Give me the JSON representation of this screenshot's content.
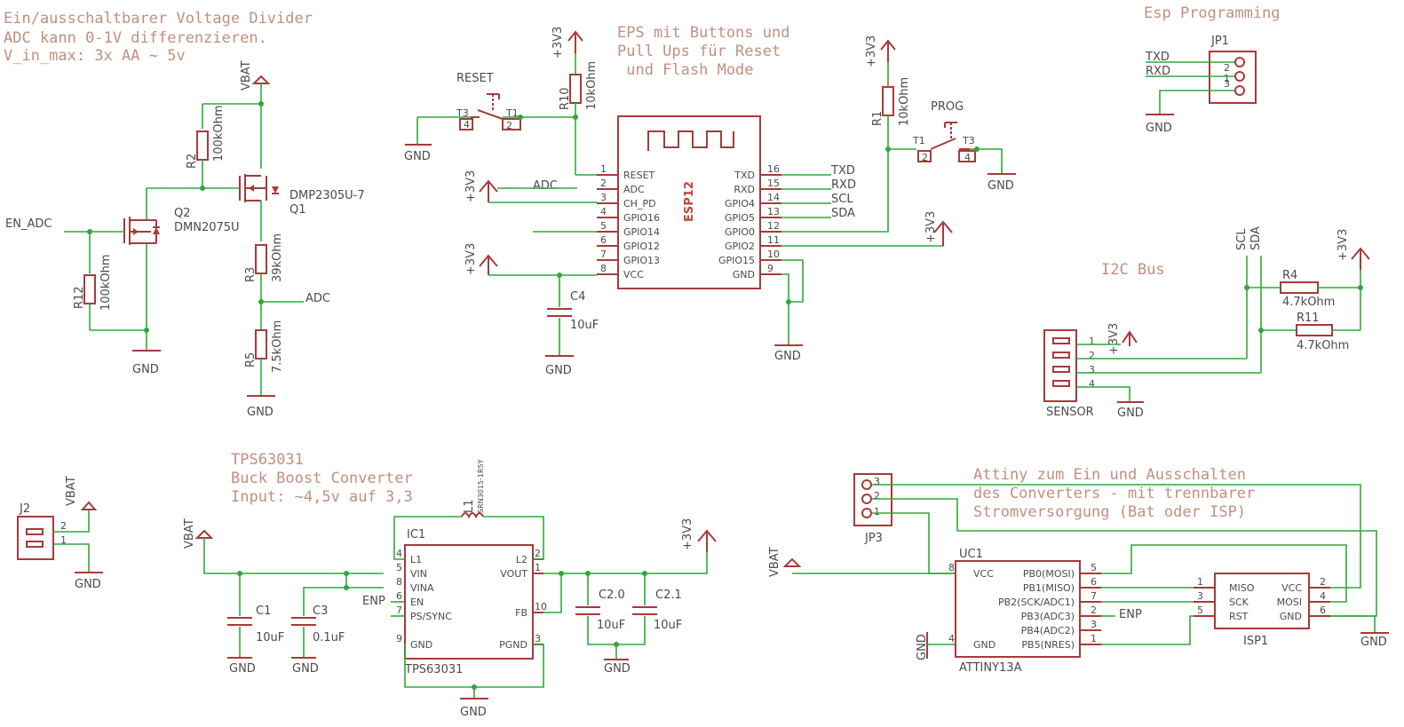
{
  "notes": {
    "divider": [
      "Ein/ausschaltbarer Voltage Divider",
      "ADC kann 0-1V differenzieren.",
      "V_in_max: 3x AA ~ 5v"
    ],
    "eps": [
      "EPS mit Buttons und",
      "Pull Ups für Reset",
      " und Flash Mode"
    ],
    "espprog": "Esp Programming",
    "i2c": "I2C Bus",
    "tps": [
      "TPS63031",
      "Buck Boost Converter",
      "Input: ~4,5v auf 3,3"
    ],
    "attiny": [
      "Attiny zum Ein und Ausschalten",
      "des Converters - mit trennbarer",
      "Stromversorgung (Bat oder ISP)"
    ]
  },
  "nets": {
    "vbat": "VBAT",
    "v33": "+3V3",
    "gnd": "GND",
    "adc": "ADC",
    "en_adc": "EN_ADC",
    "txd": "TXD",
    "rxd": "RXD",
    "scl": "SCL",
    "sda": "SDA",
    "enp": "ENP"
  },
  "parts": {
    "r2": {
      "name": "R2",
      "value": "100kOhm"
    },
    "r3": {
      "name": "R3",
      "value": "39kOhm"
    },
    "r5": {
      "name": "R5",
      "value": "7.5kOhm"
    },
    "r12": {
      "name": "R12",
      "value": "100kOhm"
    },
    "q1": {
      "name": "Q1",
      "value": "DMP2305U-7"
    },
    "q2": {
      "name": "Q2",
      "value": "DMN2075U"
    },
    "r10": {
      "name": "R10",
      "value": "10kOhm"
    },
    "r1": {
      "name": "R1",
      "value": "10kOhm"
    },
    "c4": {
      "name": "C4",
      "value": "10uF"
    },
    "reset": {
      "name": "RESET",
      "t3": "T3",
      "t1": "T1",
      "p4": "4",
      "p2": "2"
    },
    "prog": {
      "name": "PROG",
      "t1": "T1",
      "t3": "T3",
      "p2": "2",
      "p4": "4"
    },
    "esp": {
      "name": "ESP12",
      "left": [
        [
          "1",
          "RESET"
        ],
        [
          "2",
          "ADC"
        ],
        [
          "3",
          "CH_PD"
        ],
        [
          "4",
          "GPIO16"
        ],
        [
          "5",
          "GPIO14"
        ],
        [
          "6",
          "GPIO12"
        ],
        [
          "7",
          "GPIO13"
        ],
        [
          "8",
          "VCC"
        ]
      ],
      "right": [
        [
          "16",
          "TXD"
        ],
        [
          "15",
          "RXD"
        ],
        [
          "14",
          "GPIO4"
        ],
        [
          "13",
          "GPIO5"
        ],
        [
          "12",
          "GPIO0"
        ],
        [
          "11",
          "GPIO2"
        ],
        [
          "10",
          "GPIO15"
        ],
        [
          "9",
          "GND"
        ]
      ]
    },
    "jp1": {
      "name": "JP1",
      "pins": [
        "1",
        "2",
        "3"
      ]
    },
    "r4": {
      "name": "R4",
      "value": "4.7kOhm"
    },
    "r11": {
      "name": "R11",
      "value": "4.7kOhm"
    },
    "sensor": {
      "name": "SENSOR",
      "pins": [
        "1",
        "2",
        "3",
        "4"
      ]
    },
    "j2": {
      "name": "J2",
      "pins": [
        "2",
        "1"
      ]
    },
    "l1": {
      "name": "L1",
      "value": "SRN3015-1R5Y"
    },
    "ic1": {
      "name": "IC1",
      "value": "TPS63031",
      "left": [
        [
          "4",
          "L1"
        ],
        [
          "5",
          "VIN"
        ],
        [
          "8",
          "VINA"
        ],
        [
          "6",
          "EN"
        ],
        [
          "7",
          "PS/SYNC"
        ],
        [
          "9",
          "GND"
        ]
      ],
      "right": [
        [
          "2",
          "L2"
        ],
        [
          "1",
          "VOUT"
        ],
        [
          "10",
          "FB"
        ],
        [
          "3",
          "PGND"
        ]
      ]
    },
    "c1": {
      "name": "C1",
      "value": "10uF"
    },
    "c3": {
      "name": "C3",
      "value": "0.1uF"
    },
    "c20": {
      "name": "C2.0",
      "value": "10uF"
    },
    "c21": {
      "name": "C2.1",
      "value": "10uF"
    },
    "jp3": {
      "name": "JP3",
      "pins": [
        "3",
        "2",
        "1"
      ]
    },
    "uc1": {
      "name": "UC1",
      "value": "ATTINY13A",
      "left": [
        [
          "8",
          "VCC"
        ],
        [
          "4",
          "GND"
        ]
      ],
      "right": [
        [
          "5",
          "PB0(MOSI)"
        ],
        [
          "6",
          "PB1(MISO)"
        ],
        [
          "7",
          "PB2(SCK/ADC1)"
        ],
        [
          "2",
          "PB3(ADC3)"
        ],
        [
          "3",
          "PB4(ADC2)"
        ],
        [
          "1",
          "PB5(NRES)"
        ]
      ]
    },
    "isp1": {
      "name": "ISP1",
      "left": [
        [
          "1",
          "MISO"
        ],
        [
          "3",
          "SCK"
        ],
        [
          "5",
          "RST"
        ]
      ],
      "right": [
        [
          "2",
          "VCC"
        ],
        [
          "4",
          "MOSI"
        ],
        [
          "6",
          "GND"
        ]
      ]
    }
  }
}
